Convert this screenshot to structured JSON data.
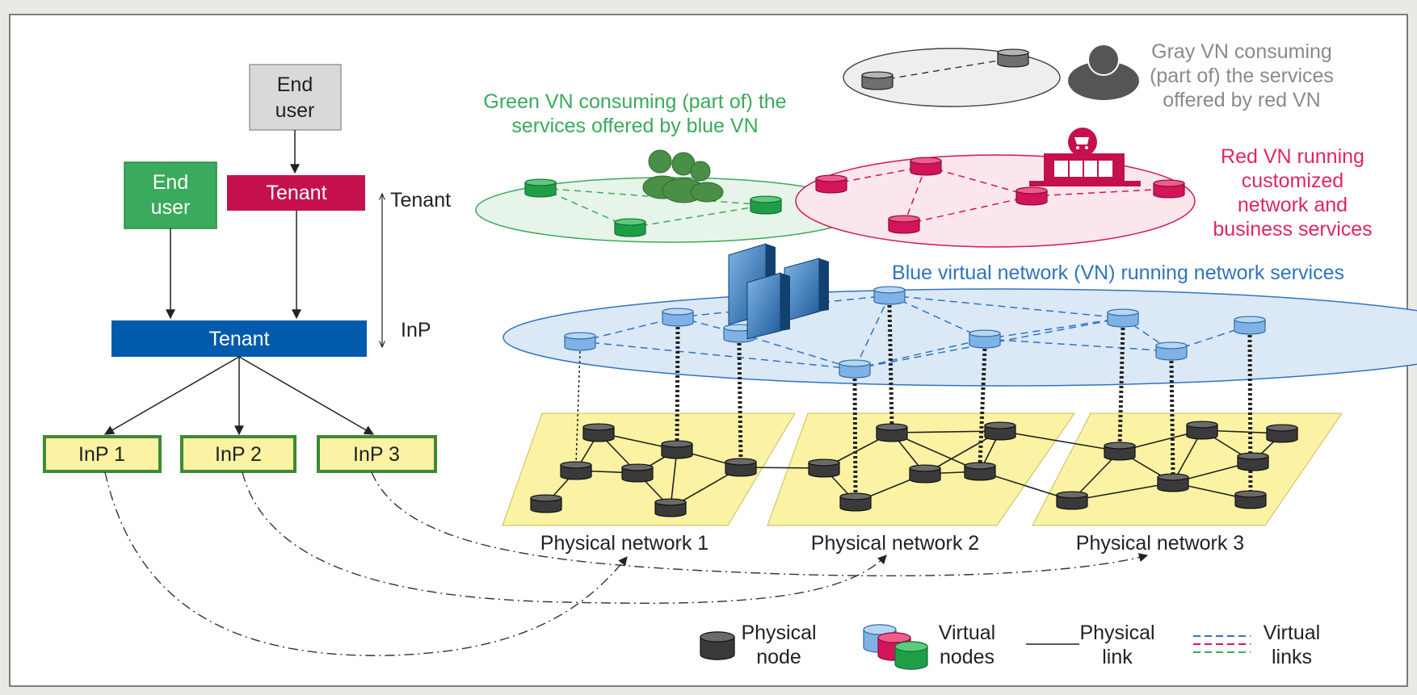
{
  "hierarchy": {
    "end_user_top": [
      "End",
      "user"
    ],
    "end_user_left": [
      "End",
      "user"
    ],
    "tenant_top": "Tenant",
    "tenant_main": "Tenant",
    "inp_boxes": [
      "InP 1",
      "InP 2",
      "InP 3"
    ],
    "axis_top": "Tenant",
    "axis_bottom": "InP"
  },
  "annotations": {
    "green_vn": [
      "Green VN consuming (part of) the",
      "services offered by blue VN"
    ],
    "gray_vn": [
      "Gray VN consuming",
      "(part of) the services",
      "offered by red VN"
    ],
    "red_vn": [
      "Red VN running",
      "customized",
      "network and",
      "business services"
    ],
    "blue_vn": "Blue virtual network (VN) running network services"
  },
  "physical_networks": [
    "Physical network 1",
    "Physical network 2",
    "Physical network 3"
  ],
  "legend": {
    "physical_node": [
      "Physical",
      "node"
    ],
    "virtual_nodes": [
      "Virtual",
      "nodes"
    ],
    "physical_link": [
      "Physical",
      "link"
    ],
    "virtual_links": [
      "Virtual",
      "links"
    ]
  },
  "colors": {
    "green": "#3aaa5c",
    "red": "#d4145a",
    "blue": "#005bac",
    "gray_text": "#8a8a8a",
    "plane_yellow": "#fbf3a3",
    "blue_ellipse": "#dbe8f6",
    "green_ellipse": "#e7f4e9",
    "red_ellipse": "#fbe6ec"
  }
}
